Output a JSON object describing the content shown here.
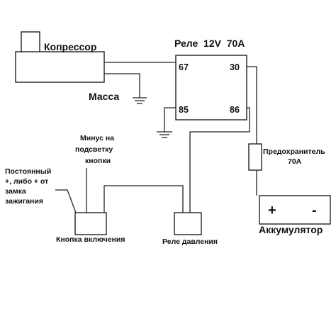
{
  "compressor": {
    "label": "Копрессор"
  },
  "ground_label": "Масса",
  "relay": {
    "title": "Реле  12V  70A",
    "pins": {
      "p67": "67",
      "p30": "30",
      "p85": "85",
      "p86": "86"
    }
  },
  "fuse": {
    "label_line1": "Предохранитель",
    "label_line2": "70A"
  },
  "battery": {
    "plus": "+",
    "minus": "-",
    "label": "Аккумулятор"
  },
  "button_backlight_minus": {
    "line1": "Минус на",
    "line2": "подсветку",
    "line3": "кнопки"
  },
  "constant_plus": {
    "line1": "Постоянный",
    "line2": "+, либо + от",
    "line3": "замка",
    "line4": "зажигания"
  },
  "switch_button": {
    "label": "Кнопка включения"
  },
  "pressure_relay": {
    "label": "Реле давления"
  }
}
